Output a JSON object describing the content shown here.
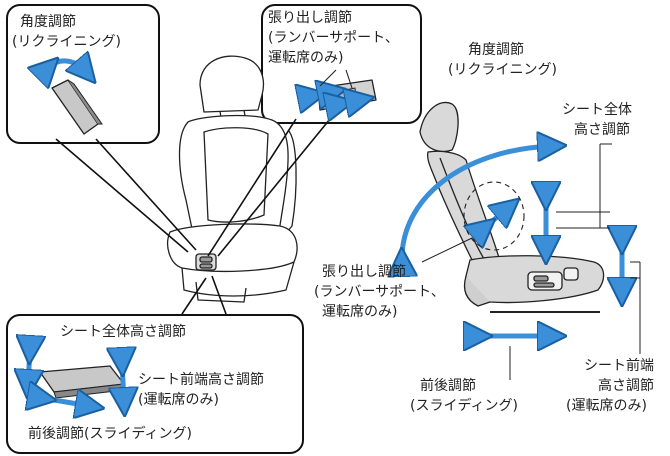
{
  "callouts": {
    "recline": {
      "line1": "角度調節",
      "line2": "(リクライニング)"
    },
    "lumbar": {
      "line1": "張り出し調節",
      "line2": "(ランバーサポート、",
      "line3": "運転席のみ)"
    },
    "bottom": {
      "height": "シート全体高さ調節",
      "front_line1": "シート前端高さ調節",
      "front_line2": "(運転席のみ)",
      "slide": "前後調節(スライディング)"
    }
  },
  "right_labels": {
    "recline": {
      "line1": "角度調節",
      "line2": "(リクライニング)"
    },
    "height": {
      "line1": "シート全体",
      "line2": "高さ調節"
    },
    "lumbar": {
      "line1": "張り出し調節",
      "line2": "(ランバーサポート、",
      "line3": "運転席のみ)"
    },
    "slide": {
      "line1": "前後調節",
      "line2": "(スライディング)"
    },
    "front": {
      "line1": "シート前端",
      "line2": "高さ調節",
      "line3": "(運転席のみ)"
    }
  },
  "colors": {
    "arrow": "#3a8fd8",
    "seat_fill": "#d9d9d9",
    "line": "#222222"
  },
  "icons": [
    "seat-front-view",
    "seat-side-view",
    "recline-lever-icon",
    "lumbar-switch-icon",
    "power-seat-switch-icon"
  ]
}
